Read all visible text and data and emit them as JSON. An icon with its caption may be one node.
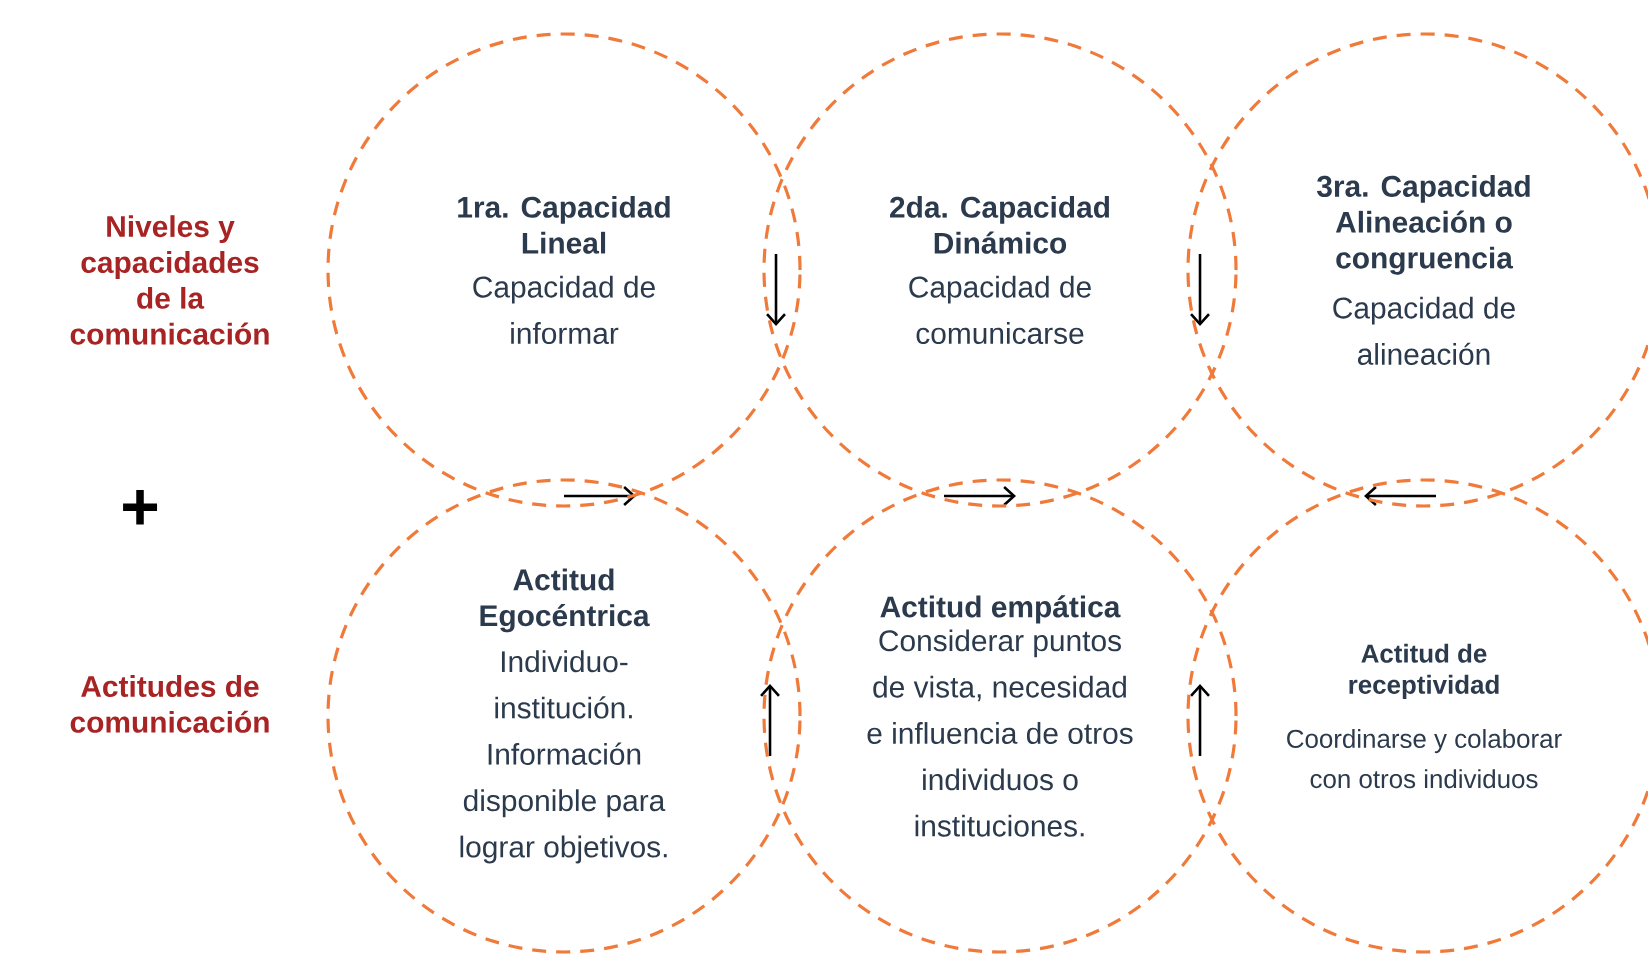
{
  "diagram": {
    "nodes": [
      {
        "text": [
          "1ra. Capacidad Lineal",
          "Capacidad de informar"
        ]
      },
      {
        "text": [
          "2da. Capacidad Dinámico",
          "Capacidad de comunicarse"
        ]
      },
      {
        "text": [
          "3ra. Capacidad Alineación o congruencia",
          "Capacidad de alineación"
        ]
      },
      {
        "text": [
          "Actitud Egocéntrica",
          "Individuo- institución. Información disponible para lograr objetivos."
        ]
      },
      {
        "text": [
          "Actitud empática",
          "Considerar puntos de vista, necesidad e influencia de otros individuos o instituciones."
        ]
      },
      {
        "text": [
          "Actitud de receptividad",
          "Coordinarse y colaborar con otros individuos"
        ]
      }
    ],
    "labels": [
      "Niveles y capacidades de la comunicación",
      "+",
      "Actitudes de comunicación"
    ]
  }
}
